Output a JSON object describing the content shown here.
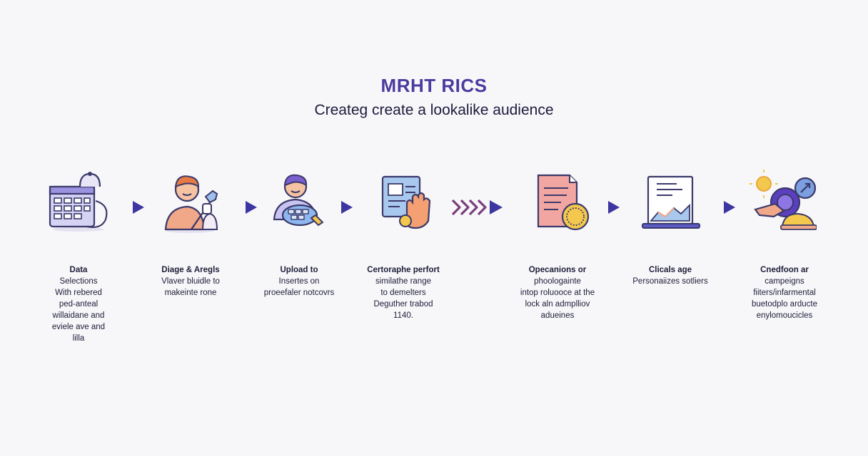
{
  "header": {
    "brand": "MRHT RICS",
    "title": "Createg create a lookalike audience"
  },
  "colors": {
    "brand": "#4a3b9e",
    "arrow": "#3d36a0",
    "chevron": "#7a3f7a",
    "outline": "#3b3a6a",
    "lavender": "#c9c3f1",
    "peach": "#f1a889",
    "skin": "#f6c3a2",
    "gold": "#f4c84d",
    "blue": "#a9c8ee"
  },
  "steps": [
    {
      "icon": "calendar-data-icon",
      "heading": "Data",
      "lines": [
        "Selections",
        "With rebered",
        "ped-anteal",
        "willaidane and",
        "eviele ave and",
        "lilla"
      ]
    },
    {
      "icon": "person-analyst-icon",
      "heading": "Diage & Aregls",
      "lines": [
        "Vlaver bluidle to",
        "makeinte rone"
      ]
    },
    {
      "icon": "person-upload-icon",
      "heading": "Upload to",
      "lines": [
        "Insertes on",
        "proeefaler notcovrs"
      ]
    },
    {
      "icon": "document-hand-icon",
      "heading": "Certoraphe perfort",
      "lines": [
        "similathe range",
        "to demelters",
        "Deguther trabod",
        "1140."
      ]
    },
    {
      "icon": "report-coin-icon",
      "heading": "Opecanions or",
      "lines": [
        "phoologainte",
        "intop roluooce at the",
        "lock aln admplliov",
        "adueines"
      ]
    },
    {
      "icon": "laptop-chart-icon",
      "heading": "Clicals age",
      "lines": [
        "Personaiizes sotliers"
      ]
    },
    {
      "icon": "target-hand-icon",
      "heading": "Cnedfoon ar",
      "lines": [
        "campeigns",
        "fiiters/infarmental",
        "buetodplo arducte",
        "enylomoucicles"
      ]
    }
  ]
}
